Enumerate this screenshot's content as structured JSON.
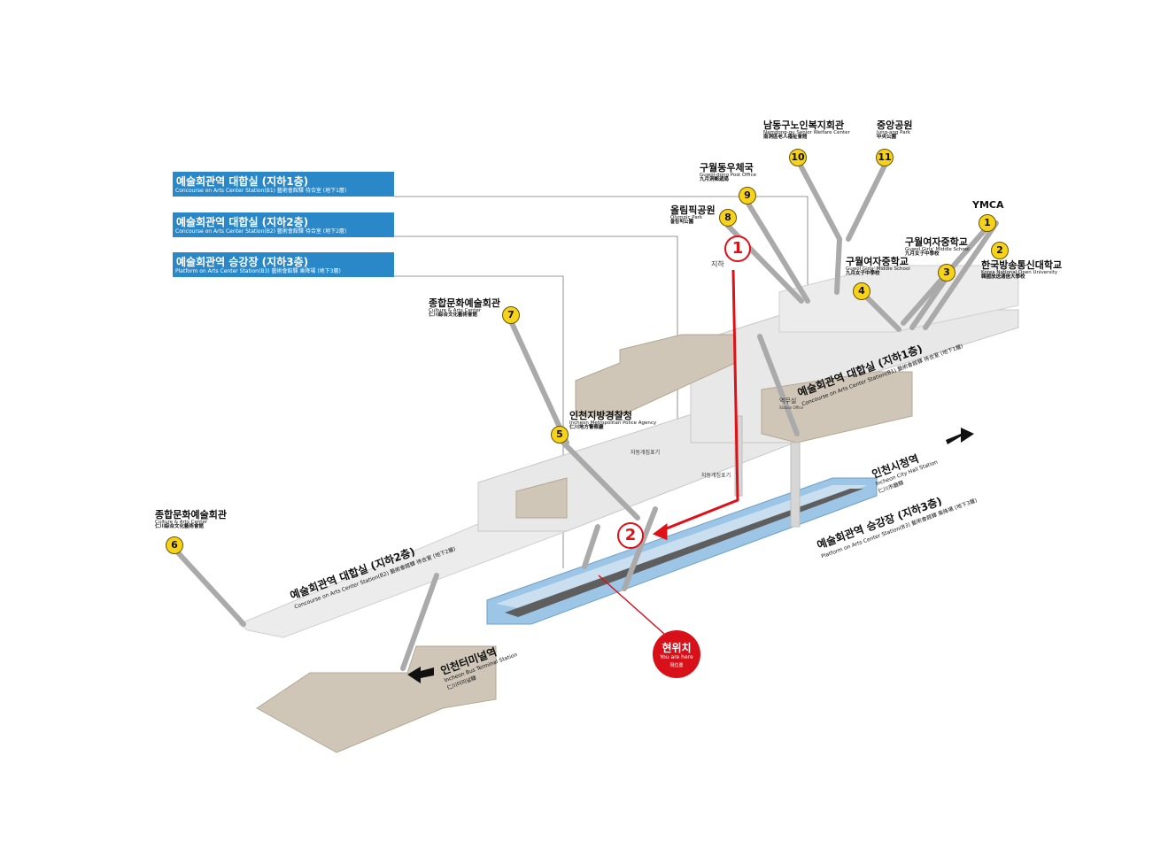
{
  "legend": [
    {
      "ko": "예술회관역 대합실 (지하1층)",
      "en": "Concourse on Arts Center Station(B1)  藝術會館驛 待合室 (地下1層)"
    },
    {
      "ko": "예술회관역 대합실 (지하2층)",
      "en": "Concourse on Arts Center Station(B2)  藝術會館驛 待合室 (地下2層)"
    },
    {
      "ko": "예술회관역 승강장 (지하3층)",
      "en": "Platform on Arts Center Station(B3)  藝術會館驛 乘降場 (地下3層)"
    }
  ],
  "exits": [
    {
      "num": "1",
      "ko": "YMCA",
      "en": "",
      "cn": ""
    },
    {
      "num": "2",
      "ko": "한국방송통신대학교",
      "en": "Korea National Open University",
      "cn": "韓國放送通信大學校"
    },
    {
      "num": "3",
      "ko": "구월여자중학교",
      "en": "Guwol Girls' Middle School",
      "cn": "九月女子中學校"
    },
    {
      "num": "4",
      "ko": "구월여자중학교",
      "en": "Guwol Girls' Middle School",
      "cn": "九月女子中學校"
    },
    {
      "num": "5",
      "ko": "인천지방경찰청",
      "en": "Incheon Metropolitan Police Agency",
      "cn": "仁川地方警察廳"
    },
    {
      "num": "6",
      "ko": "종합문화예술회관",
      "en": "Culture & Arts Center",
      "cn": "仁川綜合文化藝術會館"
    },
    {
      "num": "7",
      "ko": "종합문화예술회관",
      "en": "Culture & Arts Center",
      "cn": "仁川綜合文化藝術會館"
    },
    {
      "num": "8",
      "ko": "올림픽공원",
      "en": "Olympic Park",
      "cn": "올림픽公園"
    },
    {
      "num": "9",
      "ko": "구월동우체국",
      "en": "Guwol-dong Post Office",
      "cn": "九月洞郵遞局"
    },
    {
      "num": "10",
      "ko": "남동구노인복지회관",
      "en": "Namdong-gu Senior Welfare Center",
      "cn": "南洞區老人福祉會館"
    },
    {
      "num": "11",
      "ko": "중앙공원",
      "en": "Jung-ang Park",
      "cn": "中央公園"
    }
  ],
  "floors": {
    "b1": {
      "ko": "예술회관역 대합실 (지하1층)",
      "en": "Concourse on Arts Center Station(B1)  藝術會館驛 待合室 (地下1層)"
    },
    "b2": {
      "ko": "예술회관역 대합실 (지하2층)",
      "en": "Concourse on Arts Center Station(B2)  藝術會館驛 待合室 (地下2層)"
    },
    "b3": {
      "ko": "예술회관역 승강장 (지하3층)",
      "en": "Platform on Arts Center Station(B3)  藝術會館驛 乘降場 (地下3層)"
    }
  },
  "directions": {
    "city_hall": {
      "ko": "인천시청역",
      "en": "Incheon City Hall Station",
      "cn": "仁川市廳驛"
    },
    "bus_terminal": {
      "ko": "인천터미널역",
      "en": "Incheon Bus Terminal Station",
      "cn": "仁川터미널驛"
    }
  },
  "route": {
    "start": "1",
    "end": "2"
  },
  "you_are_here": {
    "ko": "현위치",
    "en": "You are here",
    "cn": "現位置"
  },
  "small_labels": {
    "office": "역무실",
    "office_en": "Station Office",
    "machine1": "자동개집표기",
    "machine2": "자동개집표기",
    "partial": "지하"
  },
  "colors": {
    "legend_bg": "#2b88c8",
    "route": "#e01018",
    "exit_badge": "#f6d21a",
    "track": "#9cc5e6"
  }
}
